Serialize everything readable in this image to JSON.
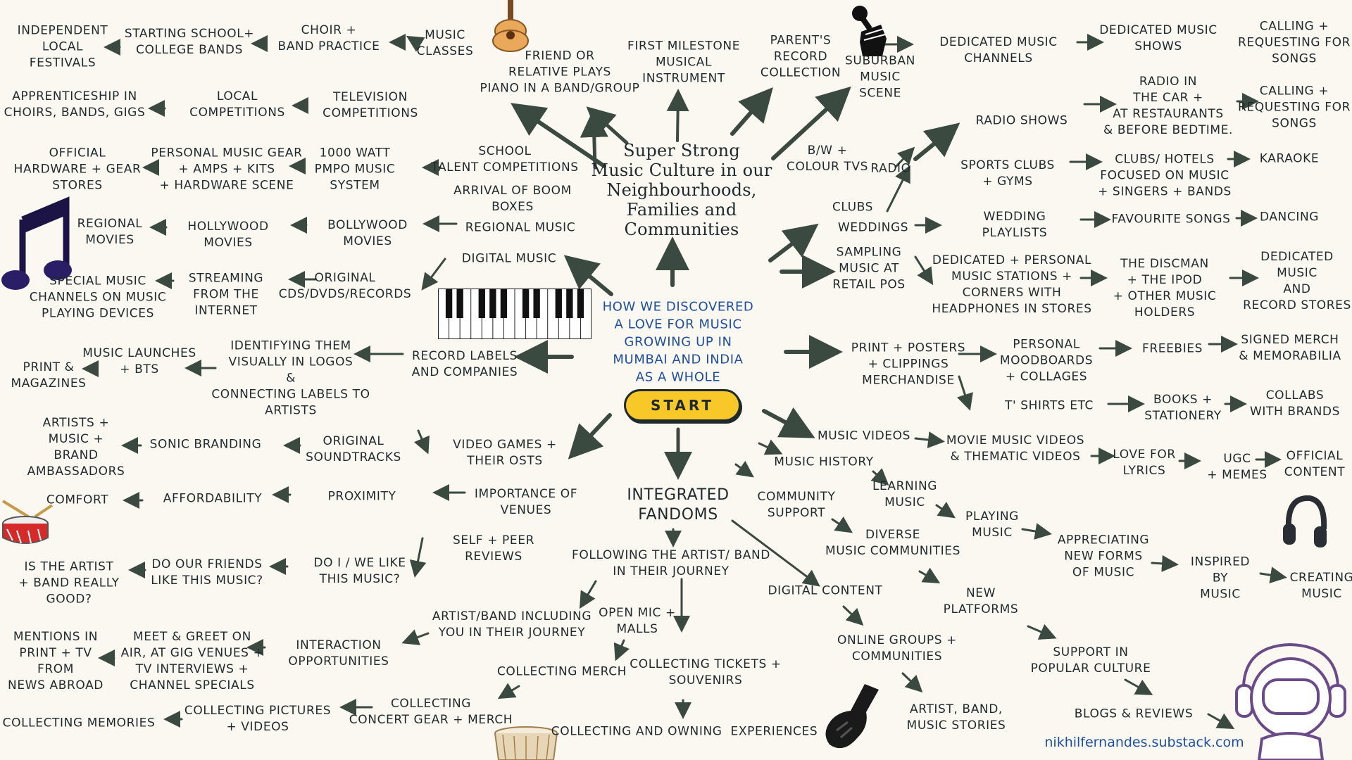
{
  "diagram": {
    "central_topic": "Super Strong\nMusic Culture in our\nNeighbourhoods,\nFamilies and\nCommunities",
    "heading": "HOW WE DISCOVERED\nA LOVE FOR MUSIC\nGROWING UP IN\nMUMBAI AND INDIA\nAS A WHOLE",
    "start_label": "START",
    "secondary_topic": "INTEGRATED\nFANDOMS",
    "credit": "nikhilfernandes.substack.com",
    "nodes": {
      "music_classes": "MUSIC\nCLASSES",
      "choir_band_practice": "CHOIR +\nBAND PRACTICE",
      "starting_school_college_bands": "STARTING SCHOOL+\nCOLLEGE BANDS",
      "independent_local_festivals": "INDEPENDENT\nLOCAL\nFESTIVALS",
      "friend_relative_piano": "FRIEND OR\nRELATIVE PLAYS\nPIANO IN A BAND/GROUP",
      "first_milestone_instrument": "FIRST MILESTONE\nMUSICAL\nINSTRUMENT",
      "parents_record_collection": "PARENT'S\nRECORD\nCOLLECTION",
      "suburban_music_scene": "SUBURBAN\nMUSIC\nSCENE",
      "television_competitions": "TELEVISION\nCOMPETITIONS",
      "local_competitions": "LOCAL\nCOMPETITIONS",
      "apprenticeship": "APPRENTICESHIP IN\nCHOIRS, BANDS, GIGS",
      "school_talent_competitions": "SCHOOL\nTALENT COMPETITIONS",
      "arrival_boom_boxes": "ARRIVAL OF BOOM\nBOXES",
      "pmpo_system": "1000 WATT\nPMPO MUSIC\nSYSTEM",
      "personal_music_gear": "PERSONAL MUSIC GEAR\n+ AMPS + KITS\n+ HARDWARE SCENE",
      "official_hardware_stores": "OFFICIAL\nHARDWARE + GEAR\nSTORES",
      "regional_music": "REGIONAL MUSIC",
      "bollywood_movies": "BOLLYWOOD\nMOVIES",
      "hollywood_movies": "HOLLYWOOD\nMOVIES",
      "regional_movies": "REGIONAL\nMOVIES",
      "digital_music": "DIGITAL MUSIC",
      "original_cds": "ORIGINAL\nCDS/DVDS/RECORDS",
      "streaming": "STREAMING\nFROM THE\nINTERNET",
      "special_music_channels": "SPECIAL MUSIC\nCHANNELS ON MUSIC\nPLAYING DEVICES",
      "record_labels": "RECORD LABELS\nAND COMPANIES",
      "identifying_logos": "IDENTIFYING THEM\nVISUALLY IN LOGOS\n&\nCONNECTING LABELS TO\nARTISTS",
      "music_launches": "MUSIC LAUNCHES\n+ BTS",
      "print_magazines": "PRINT &\nMAGAZINES",
      "video_games": "VIDEO GAMES +\nTHEIR OSTS",
      "original_soundtracks": "ORIGINAL\nSOUNDTRACKS",
      "sonic_branding": "SONIC BRANDING",
      "brand_ambassadors": "ARTISTS +\nMUSIC +\nBRAND\nAMBASSADORS",
      "importance_of_venues": "IMPORTANCE OF\nVENUES",
      "proximity": "PROXIMITY",
      "affordability": "AFFORDABILITY",
      "comfort": "COMFORT",
      "self_peer_reviews": "SELF + PEER\nREVIEWS",
      "do_we_like": "DO I / WE LIKE\nTHIS MUSIC?",
      "do_friends_like": "DO OUR FRIENDS\nLIKE THIS MUSIC?",
      "is_artist_good": "IS THE ARTIST\n+ BAND REALLY\nGOOD?",
      "following_artist": "FOLLOWING THE ARTIST/ BAND\nIN THEIR JOURNEY",
      "artist_including_you": "ARTIST/BAND INCLUDING\nYOU IN THEIR JOURNEY",
      "open_mic_malls": "OPEN MIC +\nMALLS",
      "interaction_opportunities": "INTERACTION\nOPPORTUNITIES",
      "meet_greet": "MEET & GREET ON\nAIR, AT GIG VENUES +\nTV INTERVIEWS +\nCHANNEL SPECIALS",
      "mentions_print_tv": "MENTIONS IN\nPRINT + TV\nFROM\nNEWS ABROAD",
      "collecting_merch": "COLLECTING MERCH",
      "collecting_tickets": "COLLECTING TICKETS +\nSOUVENIRS",
      "collecting_concert_gear": "COLLECTING\nCONCERT GEAR + MERCH",
      "collecting_pictures": "COLLECTING PICTURES\n+ VIDEOS",
      "collecting_memories": "COLLECTING MEMORIES",
      "collecting_experiences": "COLLECTING AND OWNING  EXPERIENCES",
      "bw_colour_tvs": "B/W +\nCOLOUR TVs",
      "radio": "RADIO",
      "dedicated_music_channels": "DEDICATED MUSIC\nCHANNELS",
      "dedicated_music_shows": "DEDICATED MUSIC\nSHOWS",
      "calling_requesting_1": "CALLING +\nREQUESTING FOR\nSONGS",
      "radio_shows": "RADIO SHOWS",
      "radio_in_car": "RADIO IN\nTHE CAR +\nAT RESTAURANTS\n& BEFORE BEDTIME.",
      "calling_requesting_2": "CALLING +\nREQUESTING FOR\nSONGS",
      "sports_clubs": "SPORTS CLUBS\n+ GYMS",
      "clubs_hotels": "CLUBS/ HOTELS\nFOCUSED ON MUSIC\n+ SINGERS + BANDS",
      "karaoke": "KARAOKE",
      "clubs": "CLUBS",
      "weddings": "WEDDINGS",
      "wedding_playlists": "WEDDING\nPLAYLISTS",
      "favourite_songs": "FAVOURITE SONGS",
      "dancing": "DANCING",
      "sampling_retail": "SAMPLING\nMUSIC AT\nRETAIL POS",
      "dedicated_personal_stations": "DEDICATED + PERSONAL\nMUSIC STATIONS +\nCORNERS WITH\nHEADPHONES IN STORES",
      "discman_ipod": "THE DISCMAN\n+ THE IPOD\n+ OTHER MUSIC\nHOLDERS",
      "dedicated_record_stores": "DEDICATED\nMUSIC\nAND\nRECORD STORES",
      "print_posters": "PRINT + POSTERS\n+ CLIPPINGS\nMERCHANDISE",
      "personal_moodboards": "PERSONAL\nMOODBOARDS\n+ COLLAGES",
      "freebies": "FREEBIES",
      "signed_merch": "SIGNED MERCH\n& MEMORABILIA",
      "tshirts": "T' SHIRTS ETC",
      "books_stationery": "BOOKS +\nSTATIONERY",
      "collabs_brands": "COLLABS\nWITH BRANDS",
      "music_videos": "MUSIC VIDEOS",
      "movie_music_videos": "MOVIE MUSIC VIDEOS\n& THEMATIC VIDEOS",
      "love_for_lyrics": "LOVE FOR\nLYRICS",
      "ugc_memes": "UGC\n+ MEMES",
      "official_content": "OFFICIAL\nCONTENT",
      "music_history": "MUSIC HISTORY",
      "learning_music": "LEARNING\nMUSIC",
      "playing_music": "PLAYING\nMUSIC",
      "appreciating_new_forms": "APPRECIATING\nNEW FORMS\nOF MUSIC",
      "inspired_by_music": "INSPIRED\nBY\nMUSIC",
      "creating_music": "CREATING\nMUSIC",
      "community_support": "COMMUNITY\nSUPPORT",
      "diverse_communities": "DIVERSE\nMUSIC COMMUNITIES",
      "new_platforms": "NEW\nPLATFORMS",
      "support_pop_culture": "SUPPORT IN\nPOPULAR CULTURE",
      "blogs_reviews": "BLOGS & REVIEWS",
      "digital_content": "DIGITAL CONTENT",
      "online_groups": "ONLINE GROUPS +\nCOMMUNITIES",
      "artist_band_stories": "ARTIST, BAND,\nMUSIC STORIES"
    }
  },
  "colors": {
    "background": "#fbf8f2",
    "ink": "#1f2a2c",
    "arrow": "#3a4a40",
    "start_button": "#f8c829",
    "heading_blue": "#1d4fa0"
  },
  "icons": [
    "guitar-icon",
    "fist-microphone-icon",
    "music-note-icon",
    "piano-keys-icon",
    "snare-drum-icon",
    "headphones-icon",
    "guitar-case-icon",
    "tabla-icon",
    "astronaut-headphones-icon"
  ]
}
